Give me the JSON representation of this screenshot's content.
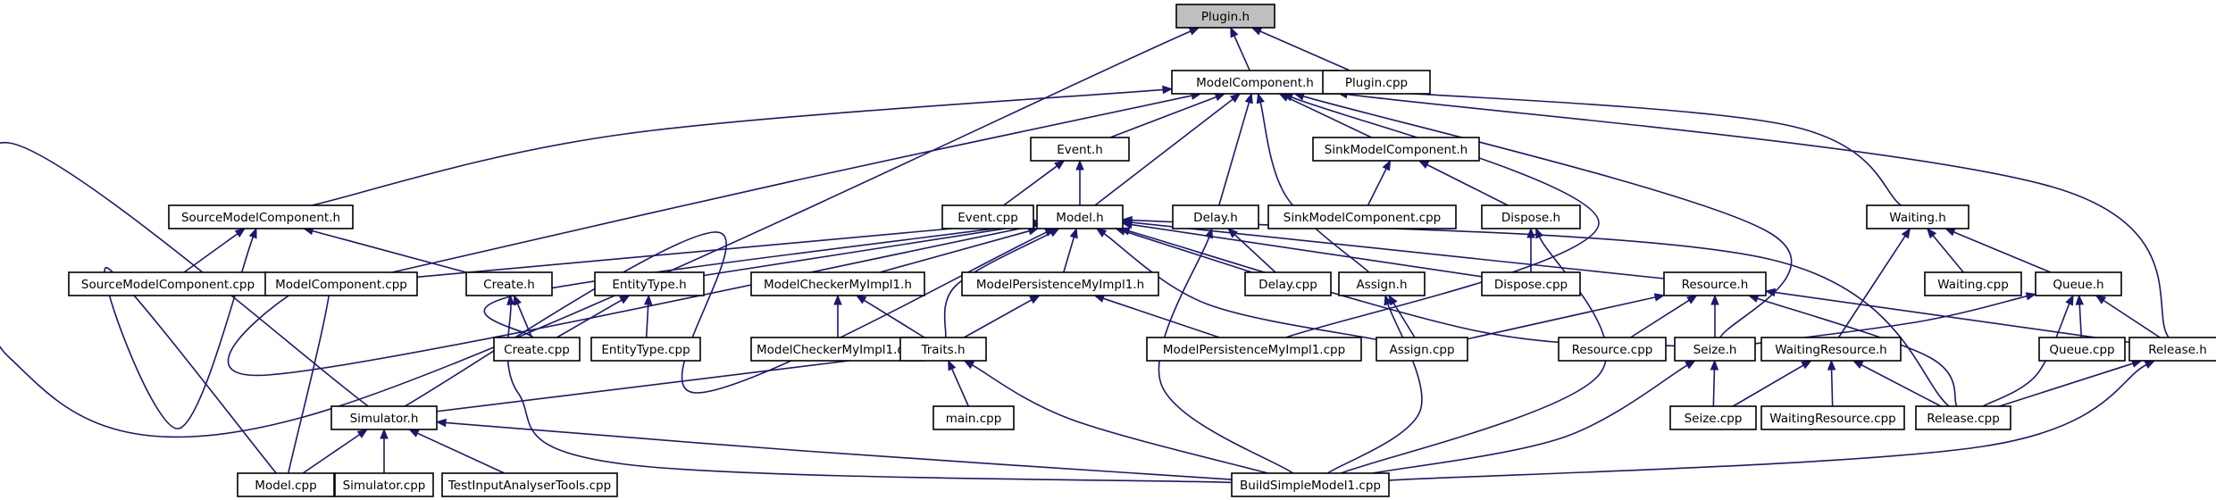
{
  "graph": {
    "highlighted_node": "plugin_h",
    "edge_color": "#191970",
    "box_border_color": "#000000",
    "highlight_fill": "#bfbfbf",
    "nodes": [
      {
        "id": "plugin_h",
        "label": "Plugin.h"
      },
      {
        "id": "modelcomponent_h",
        "label": "ModelComponent.h"
      },
      {
        "id": "plugin_cpp",
        "label": "Plugin.cpp"
      },
      {
        "id": "event_h",
        "label": "Event.h"
      },
      {
        "id": "sinkmodelcomponent_h",
        "label": "SinkModelComponent.h"
      },
      {
        "id": "sourcemodelcomponent_h",
        "label": "SourceModelComponent.h"
      },
      {
        "id": "event_cpp",
        "label": "Event.cpp"
      },
      {
        "id": "model_h",
        "label": "Model.h"
      },
      {
        "id": "delay_h",
        "label": "Delay.h"
      },
      {
        "id": "sinkmodelcomponent_cpp",
        "label": "SinkModelComponent.cpp"
      },
      {
        "id": "dispose_h",
        "label": "Dispose.h"
      },
      {
        "id": "waiting_h",
        "label": "Waiting.h"
      },
      {
        "id": "sourcemodelcomponent_cpp",
        "label": "SourceModelComponent.cpp"
      },
      {
        "id": "modelcomponent_cpp",
        "label": "ModelComponent.cpp"
      },
      {
        "id": "create_h",
        "label": "Create.h"
      },
      {
        "id": "entitytype_h",
        "label": "EntityType.h"
      },
      {
        "id": "modelcheckermyimpl1_h",
        "label": "ModelCheckerMyImpl1.h"
      },
      {
        "id": "modelpersistencemyimpl1_h",
        "label": "ModelPersistenceMyImpl1.h"
      },
      {
        "id": "delay_cpp",
        "label": "Delay.cpp"
      },
      {
        "id": "assign_h",
        "label": "Assign.h"
      },
      {
        "id": "dispose_cpp",
        "label": "Dispose.cpp"
      },
      {
        "id": "resource_h",
        "label": "Resource.h"
      },
      {
        "id": "waiting_cpp",
        "label": "Waiting.cpp"
      },
      {
        "id": "queue_h",
        "label": "Queue.h"
      },
      {
        "id": "create_cpp",
        "label": "Create.cpp"
      },
      {
        "id": "entitytype_cpp",
        "label": "EntityType.cpp"
      },
      {
        "id": "modelcheckermyimpl1_cpp",
        "label": "ModelCheckerMyImpl1.cpp"
      },
      {
        "id": "traits_h",
        "label": "Traits.h"
      },
      {
        "id": "modelpersistencemyimpl1_cpp",
        "label": "ModelPersistenceMyImpl1.cpp"
      },
      {
        "id": "assign_cpp",
        "label": "Assign.cpp"
      },
      {
        "id": "resource_cpp",
        "label": "Resource.cpp"
      },
      {
        "id": "seize_h",
        "label": "Seize.h"
      },
      {
        "id": "waitingresource_h",
        "label": "WaitingResource.h"
      },
      {
        "id": "queue_cpp",
        "label": "Queue.cpp"
      },
      {
        "id": "release_h",
        "label": "Release.h"
      },
      {
        "id": "simulator_h",
        "label": "Simulator.h"
      },
      {
        "id": "main_cpp",
        "label": "main.cpp"
      },
      {
        "id": "seize_cpp",
        "label": "Seize.cpp"
      },
      {
        "id": "waitingresource_cpp",
        "label": "WaitingResource.cpp"
      },
      {
        "id": "release_cpp",
        "label": "Release.cpp"
      },
      {
        "id": "model_cpp",
        "label": "Model.cpp"
      },
      {
        "id": "simulator_cpp",
        "label": "Simulator.cpp"
      },
      {
        "id": "testinputanalysertools_cpp",
        "label": "TestInputAnalyserTools.cpp"
      },
      {
        "id": "buildsimplemodel1_cpp",
        "label": "BuildSimpleModel1.cpp"
      }
    ]
  }
}
